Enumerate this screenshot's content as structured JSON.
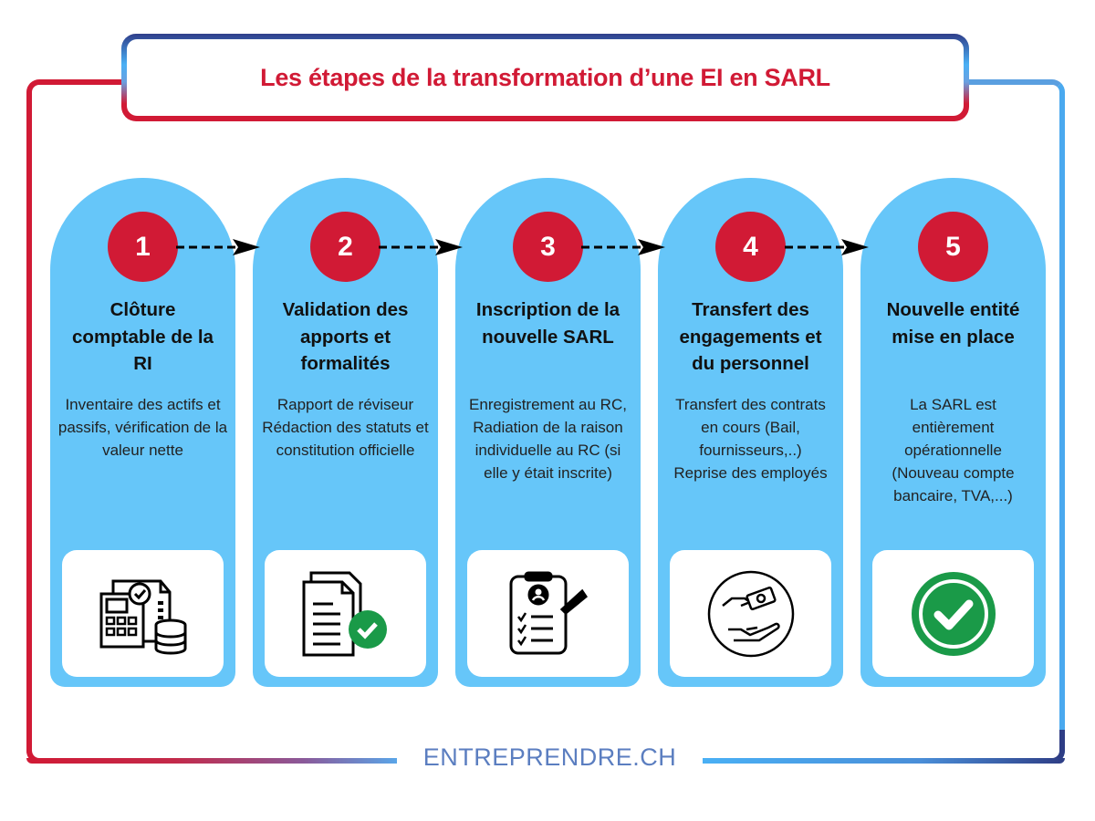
{
  "title": "Les étapes de la transformation d’une EI en SARL",
  "footer": "ENTREPRENDRE.CH",
  "colors": {
    "accent_red": "#d11a35",
    "column_blue": "#66c6f9",
    "check_green": "#1a9a48"
  },
  "steps": [
    {
      "number": "1",
      "title": "Clôture comptable de la RI",
      "description": "Inventaire des actifs et passifs, vérification de la valeur nette",
      "icon": "calculator-accounting-icon"
    },
    {
      "number": "2",
      "title": "Validation des apports et formalités",
      "description": "Rapport de réviseur Rédaction des statuts et constitution officielle",
      "icon": "documents-check-icon"
    },
    {
      "number": "3",
      "title": "Inscription de la nouvelle  SARL",
      "description": "Enregistrement au RC, Radiation de la raison individuelle au RC (si elle y était inscrite)",
      "icon": "clipboard-checklist-icon"
    },
    {
      "number": "4",
      "title": "Transfert des engagements et du personnel",
      "description": "Transfert des contrats en cours (Bail, fournisseurs,..) Reprise des employés",
      "icon": "money-handover-icon"
    },
    {
      "number": "5",
      "title": "Nouvelle entité mise en place",
      "description": "La SARL est entièrement opérationnelle (Nouveau compte bancaire, TVA,...)",
      "icon": "check-circle-icon"
    }
  ]
}
